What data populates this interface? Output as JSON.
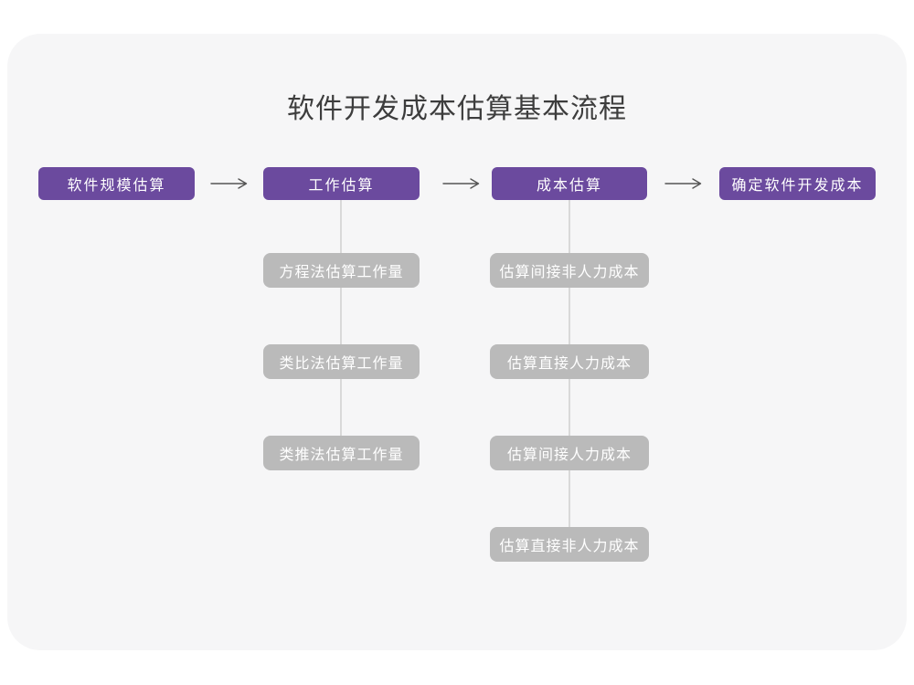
{
  "title": "软件开发成本估算基本流程",
  "flow": {
    "main_steps": [
      "软件规模估算",
      "工作估算",
      "成本估算",
      "确定软件开发成本"
    ],
    "work_estimation_methods": [
      "方程法估算工作量",
      "类比法估算工作量",
      "类推法估算工作量"
    ],
    "cost_estimation_steps": [
      "估算间接非人力成本",
      "估算直接人力成本",
      "估算间接人力成本",
      "估算直接非人力成本"
    ]
  },
  "colors": {
    "card_background": "#f6f6f7",
    "main_step_fill": "#6b4a9e",
    "sub_step_fill": "#bababa",
    "connector_line": "#d9d9d9",
    "arrow_stroke": "#555555",
    "title_text": "#3d3d3d",
    "box_text": "#ffffff"
  }
}
